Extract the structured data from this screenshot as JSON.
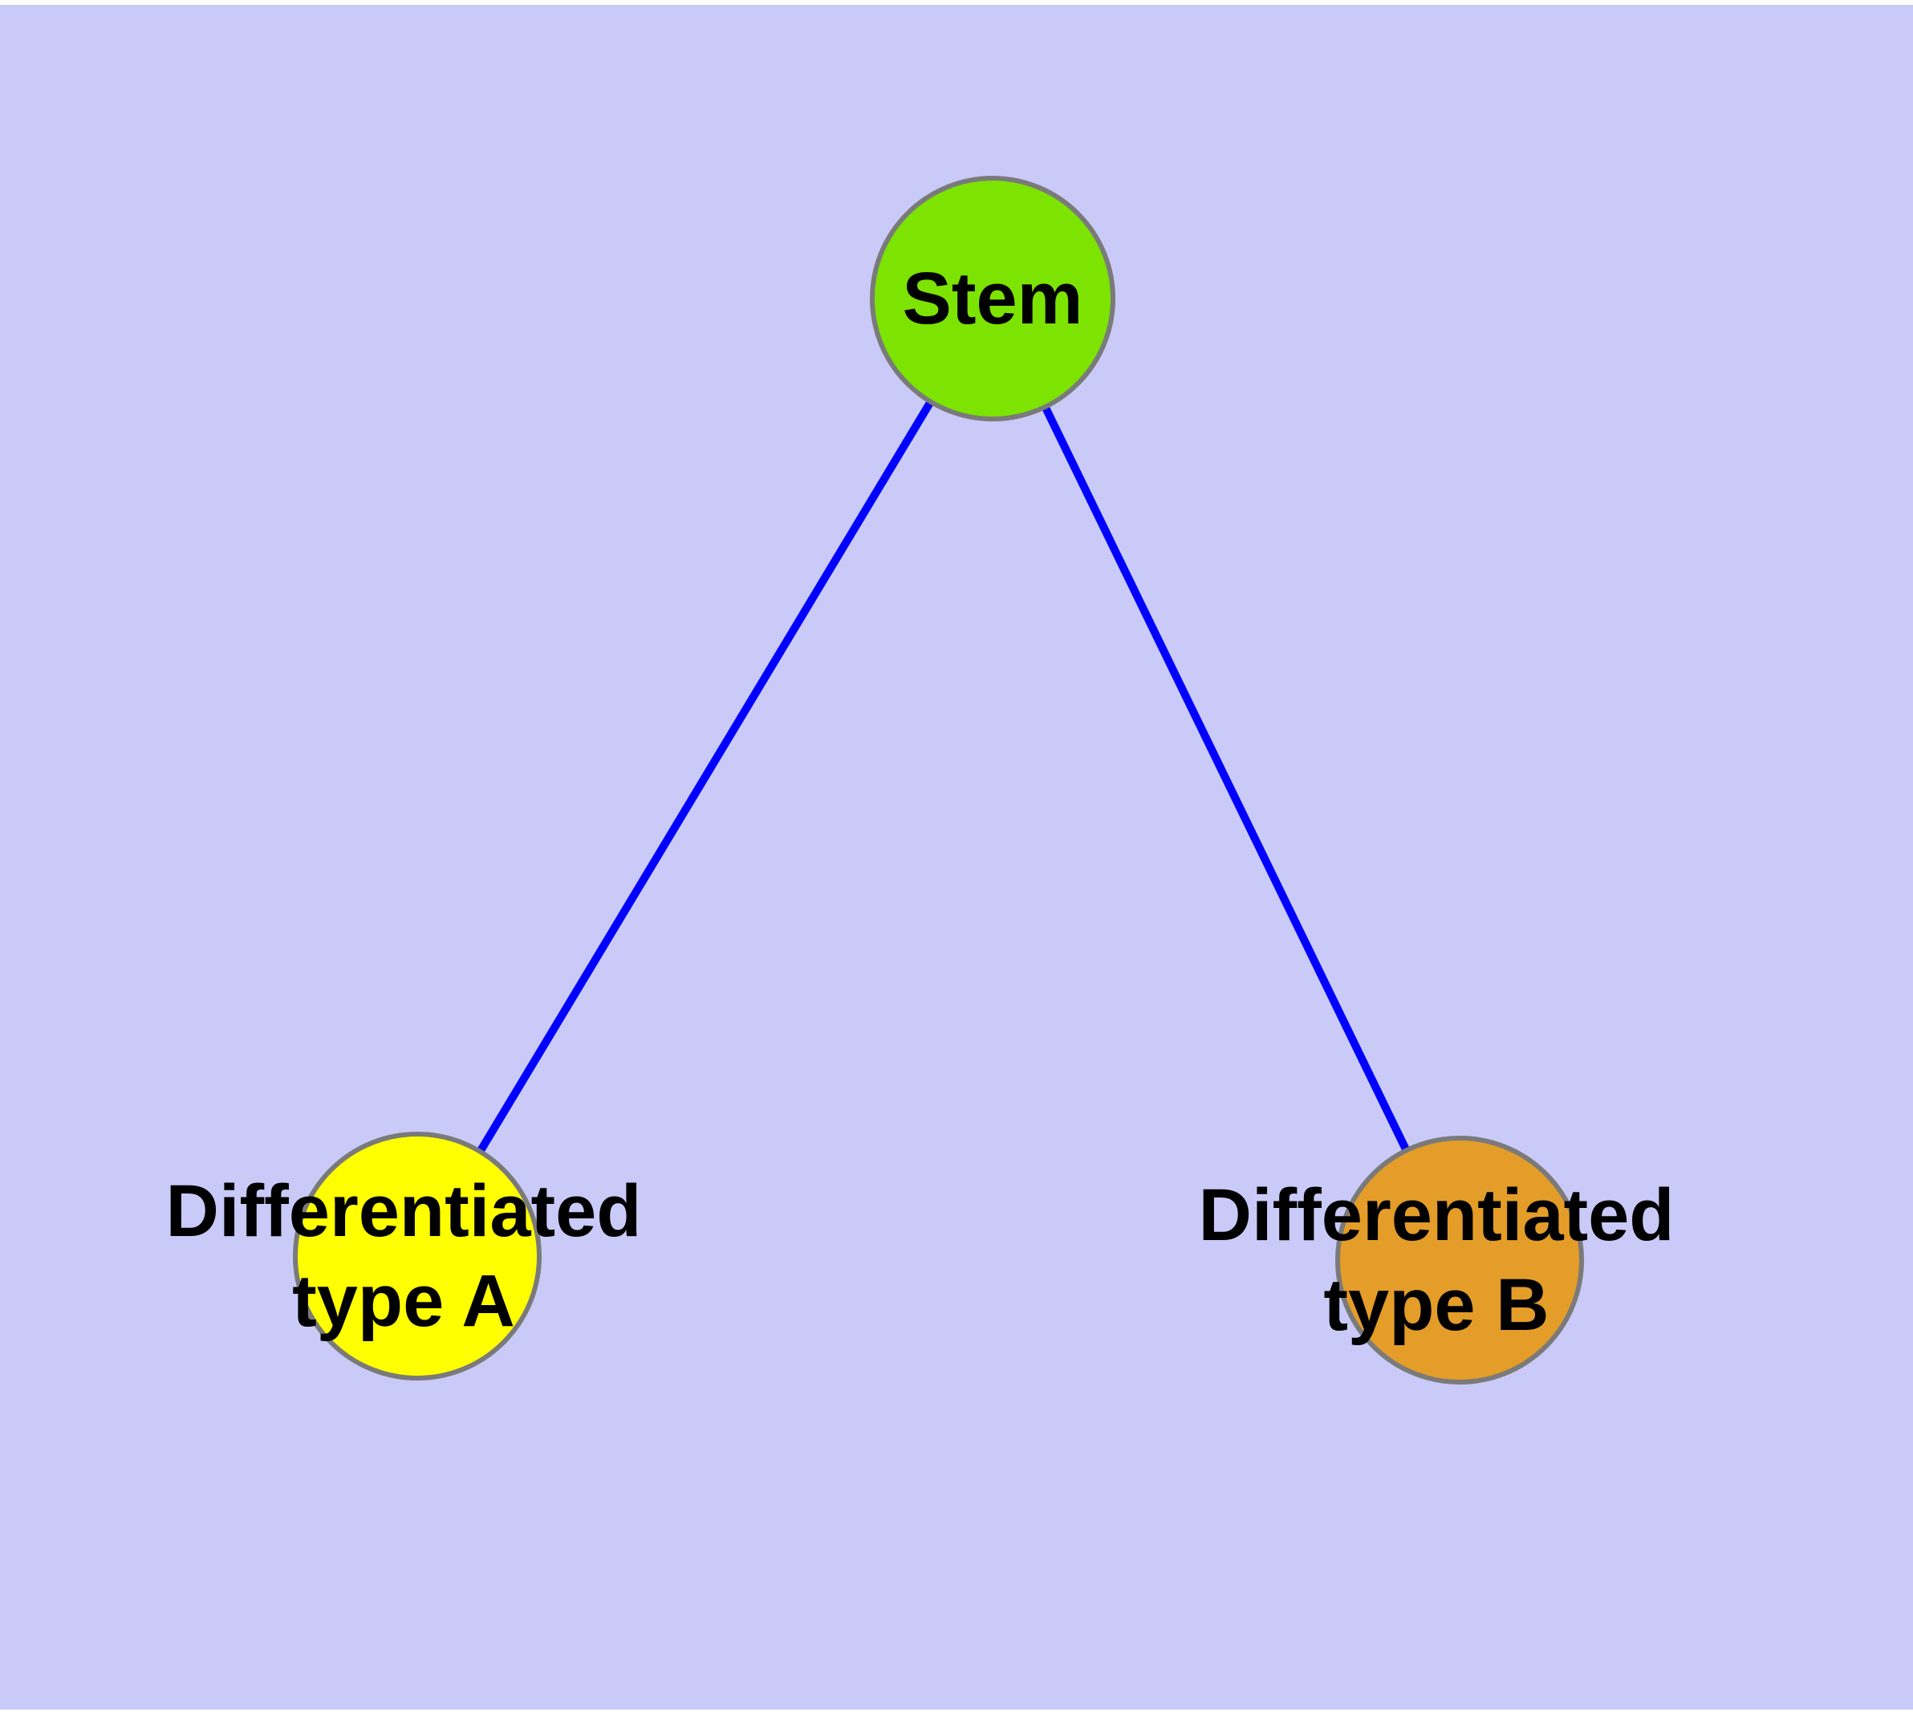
{
  "diagram": {
    "type": "node-link-graph",
    "colors": {
      "background": "#cacaf8",
      "page": "#ffffff",
      "edge": "#0000ff",
      "node_border": "#7a7a7a",
      "label_text": "#000000"
    },
    "nodes": [
      {
        "id": "stem",
        "label_lines": [
          "Stem"
        ],
        "fill": "#7ce400"
      },
      {
        "id": "differentiated-type-a",
        "label_lines": [
          "Differentiated",
          "type A"
        ],
        "fill": "#ffff00"
      },
      {
        "id": "differentiated-type-b",
        "label_lines": [
          "Differentiated",
          "type B"
        ],
        "fill": "#e49d28"
      }
    ],
    "edges": [
      {
        "from": "stem",
        "to": "differentiated-type-a"
      },
      {
        "from": "stem",
        "to": "differentiated-type-b"
      }
    ]
  }
}
